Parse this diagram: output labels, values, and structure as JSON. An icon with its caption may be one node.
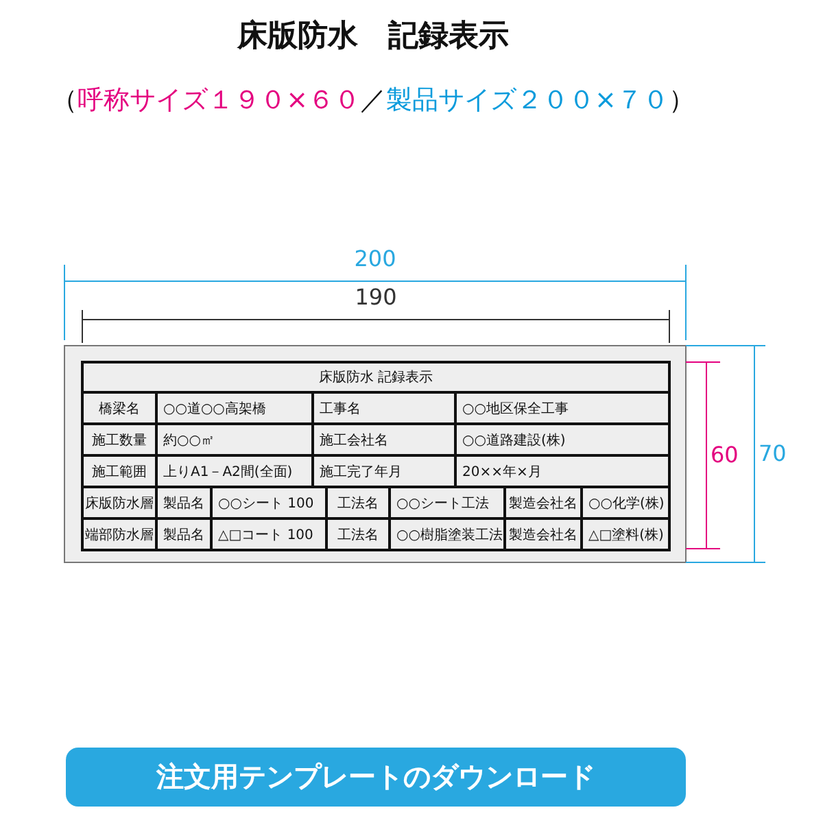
{
  "diagram": {
    "title": "床版防水　記録表示",
    "nodes": [
      {
        "text": [
          "注文用テンプレートのダウンロード"
        ]
      }
    ],
    "edges": [],
    "labels": [
      "（",
      "呼称サイズ１９０×６０",
      "／",
      "製品サイズ２００×７０",
      "）",
      "200",
      "190",
      "60",
      "70",
      "床版防水  記録表示",
      "橋梁名",
      "○○道○○高架橋",
      "工事名",
      "○○地区保全工事",
      "施工数量",
      "約○○㎡",
      "施工会社名",
      "○○道路建設(株)",
      "施工範囲",
      "上りA1－A2間(全面)",
      "施工完了年月",
      "20××年×月",
      "床版防水層",
      "製品名",
      "○○シート  100",
      "工法名",
      "○○シート工法",
      "製造会社名",
      "○○化学(株)",
      "端部防水層",
      "製品名",
      "△□コート  100",
      "工法名",
      "○○樹脂塗装工法",
      "製造会社名",
      "△□塗料(株)"
    ]
  }
}
